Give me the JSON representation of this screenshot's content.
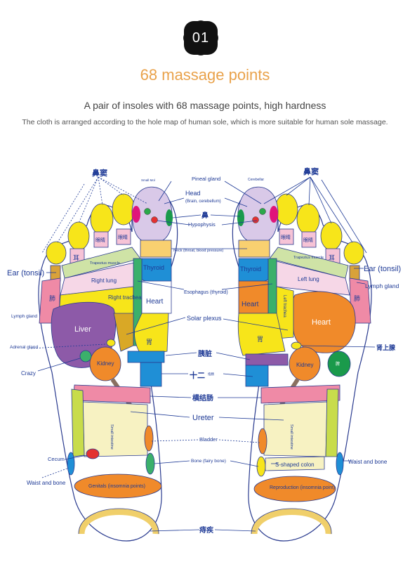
{
  "header": {
    "badge": "01",
    "title": "68 massage points",
    "subtitle": "A pair of insoles with 68 massage points, high hardness",
    "description": "The cloth is arranged according to the hole map of human sole, which is more suitable for human sole massage."
  },
  "labels": {
    "sinus_left": "鼻窦",
    "sinus_right": "鼻窦",
    "small_print_left": "Small Mol",
    "cerebellar": "Cerebellar",
    "pineal_gland": "Pineal gland",
    "head": "Head",
    "head_sub": "(Brain, cerebellum)",
    "nose": "鼻",
    "hypophysis": "Hypophysis",
    "neck": "Neck (throat, blood pressure)",
    "ear_tonsil_left": "Ear (tonsil)",
    "ear_tonsil_right": "Ear (tonsil)",
    "trapezius_left": "Trapezius muscle",
    "trapezius_right": "Trapezius muscle",
    "ear_left_cn": "耳",
    "ear_right_cn": "耳",
    "eye_left_cn": "眼睛",
    "eye_right_cn": "眼睛",
    "eye2_left_cn": "眼睛",
    "eye2_right_cn": "眼睛",
    "thyroid_left": "Thyroid",
    "thyroid_right": "Thyroid",
    "right_lung": "Right lung",
    "left_lung": "Left lung",
    "lymph_gland_left": "Lymph gland",
    "lymph_gland_right": "Lymph gland",
    "esophagus": "Esophagus (thyroid)",
    "right_trachea": "Right trachea",
    "left_trachea": "Left trachea",
    "heart_left": "Heart",
    "heart_right": "Heart",
    "heart_big": "Heart",
    "lung_cn_left": "肺",
    "lung_cn_right": "肺",
    "solar_plexus": "Solar plexus",
    "liver": "Liver",
    "stomach_left": "胃",
    "stomach_right": "胃",
    "kidney_left": "Kidney",
    "kidney_right": "Kidney",
    "adrenal_gland": "Adrenal gland",
    "adrenal_cn": "肾上腺",
    "crazy": "Crazy",
    "pancreas": "胰脏",
    "duodenum": "十二",
    "duodenum_small": "指肠",
    "spleen_small": "脾",
    "transverse_colon": "横结肠",
    "ureter": "Ureter",
    "small_intestine_left": "Small intestine",
    "small_intestine_right": "Small intestine",
    "bladder": "Bladder",
    "cecum": "Cecum",
    "bone_fairy": "Bone (fairy bone)",
    "s_colon": "S-shaped colon",
    "waist_bone_left": "Waist and bone",
    "waist_bone_right": "Waist and bone",
    "genitals": "Genitals (insomnia points)",
    "reproduction": "Reproduction (insomnia point)",
    "hemorrhoids": "痔疾"
  },
  "colors": {
    "accent_title": "#e9a24b",
    "label_blue": "#1e3a96",
    "yellow": "#f7e51a",
    "lavender": "#d9c9e8",
    "pink": "#ef8aa6",
    "orange": "#f08a2a",
    "blue": "#1f8fd6",
    "green": "#3bb06b",
    "purple": "#8d5aa8",
    "cream": "#f7f2c2",
    "light_pink": "#f6d7e7"
  }
}
